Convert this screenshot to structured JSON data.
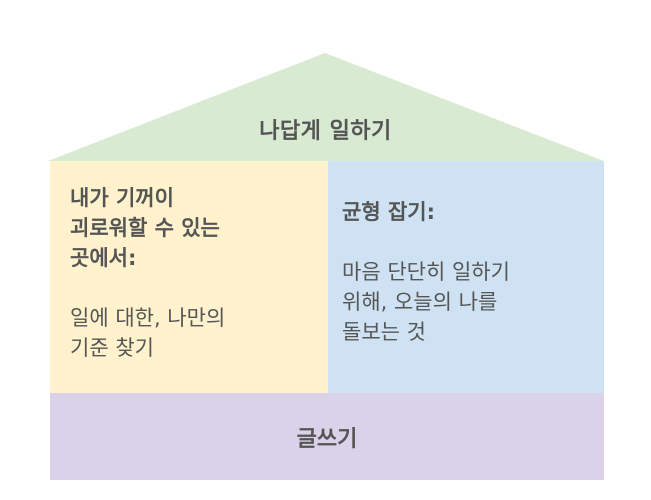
{
  "roof": {
    "label": "나답게 일하기",
    "color": "#d9ead3"
  },
  "pillars": [
    {
      "heading": "내가 기꺼이\n괴로워할 수 있는\n곳에서:",
      "body": "일에 대한, 나만의\n기준 찾기",
      "color": "#fff2cc"
    },
    {
      "heading": "균형 잡기:",
      "body": "마음 단단히 일하기\n위해, 오늘의 나를\n돌보는 것",
      "color": "#cfe2f3"
    }
  ],
  "foundation": {
    "label": "글쓰기",
    "color": "#d9d2e9"
  },
  "text_color": "#555555"
}
